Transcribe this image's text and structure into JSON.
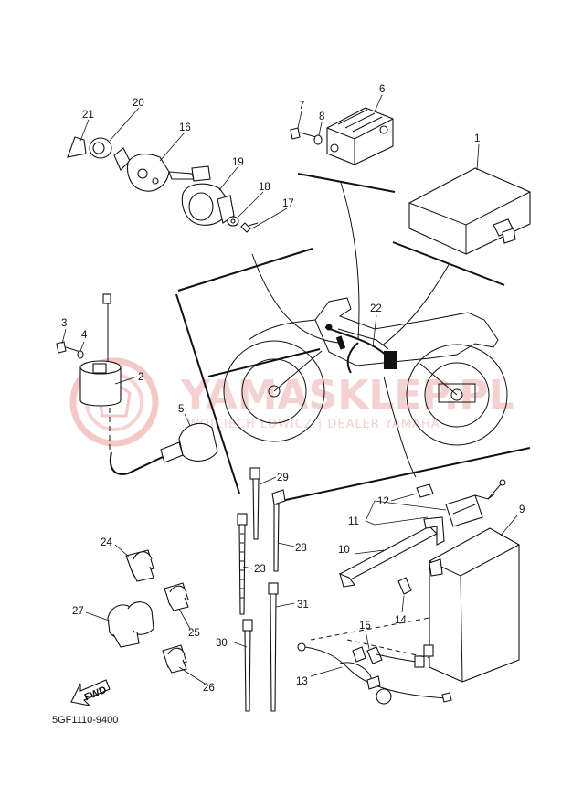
{
  "diagram": {
    "code": "5GF1110-9400",
    "fwd_label": "FWD",
    "watermark": {
      "name": "YAMASKLEP.PL",
      "subtitle": "WOJCIECH LOWICZ | DEALER YAMAHA"
    },
    "callouts": [
      "1",
      "2",
      "3",
      "4",
      "5",
      "6",
      "7",
      "8",
      "9",
      "10",
      "11",
      "12",
      "13",
      "14",
      "15",
      "16",
      "17",
      "19",
      "18",
      "20",
      "21",
      "22",
      "23",
      "24",
      "25",
      "26",
      "27",
      "28",
      "29",
      "30",
      "31"
    ]
  },
  "colors": {
    "ink": "#111111",
    "watermark": "#e88a8a"
  }
}
